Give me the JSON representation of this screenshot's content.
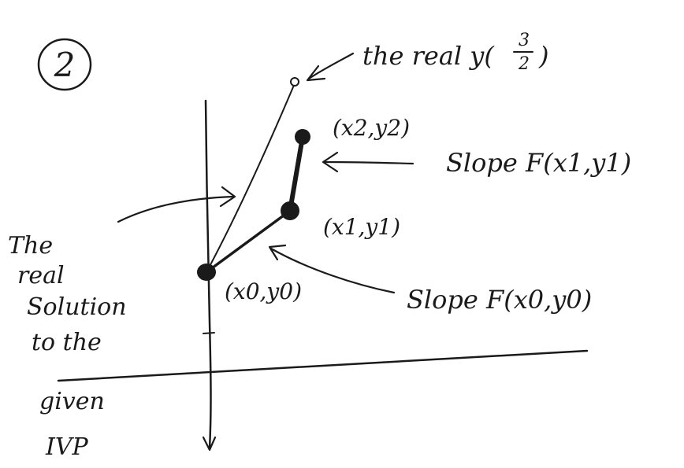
{
  "figure": {
    "number": "2",
    "labels": {
      "point0": "(x0,y0)",
      "point1": "(x1,y1)",
      "point2": "(x2,y2)",
      "real_y_label": "the real y(",
      "real_y_num": "3",
      "real_y_den": "2",
      "real_y_close": ")",
      "slope1": "Slope F(x1,y1)",
      "slope0": "Slope F(x0,y0)",
      "real_solution": [
        "The",
        "real",
        "Solution",
        "to the",
        "given",
        "IVP"
      ]
    },
    "colors": {
      "ink": "#1a1a1a",
      "paper": "#ffffff"
    }
  }
}
